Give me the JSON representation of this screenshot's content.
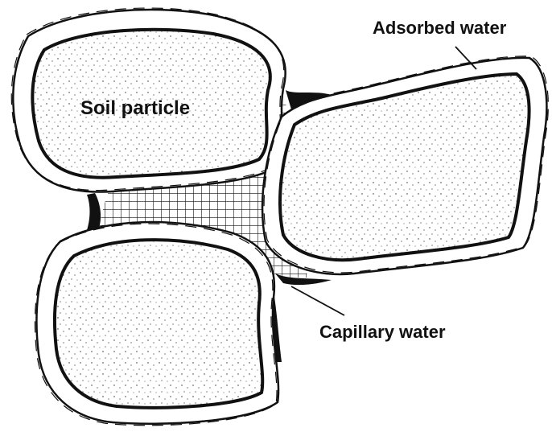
{
  "diagram": {
    "labels": {
      "soil_particle": "Soil particle",
      "adsorbed_water": "Adsorbed water",
      "capillary_water": "Capillary water"
    },
    "colors": {
      "ink": "#111111",
      "background": "#ffffff",
      "stipple": "#2a2a2a"
    }
  }
}
